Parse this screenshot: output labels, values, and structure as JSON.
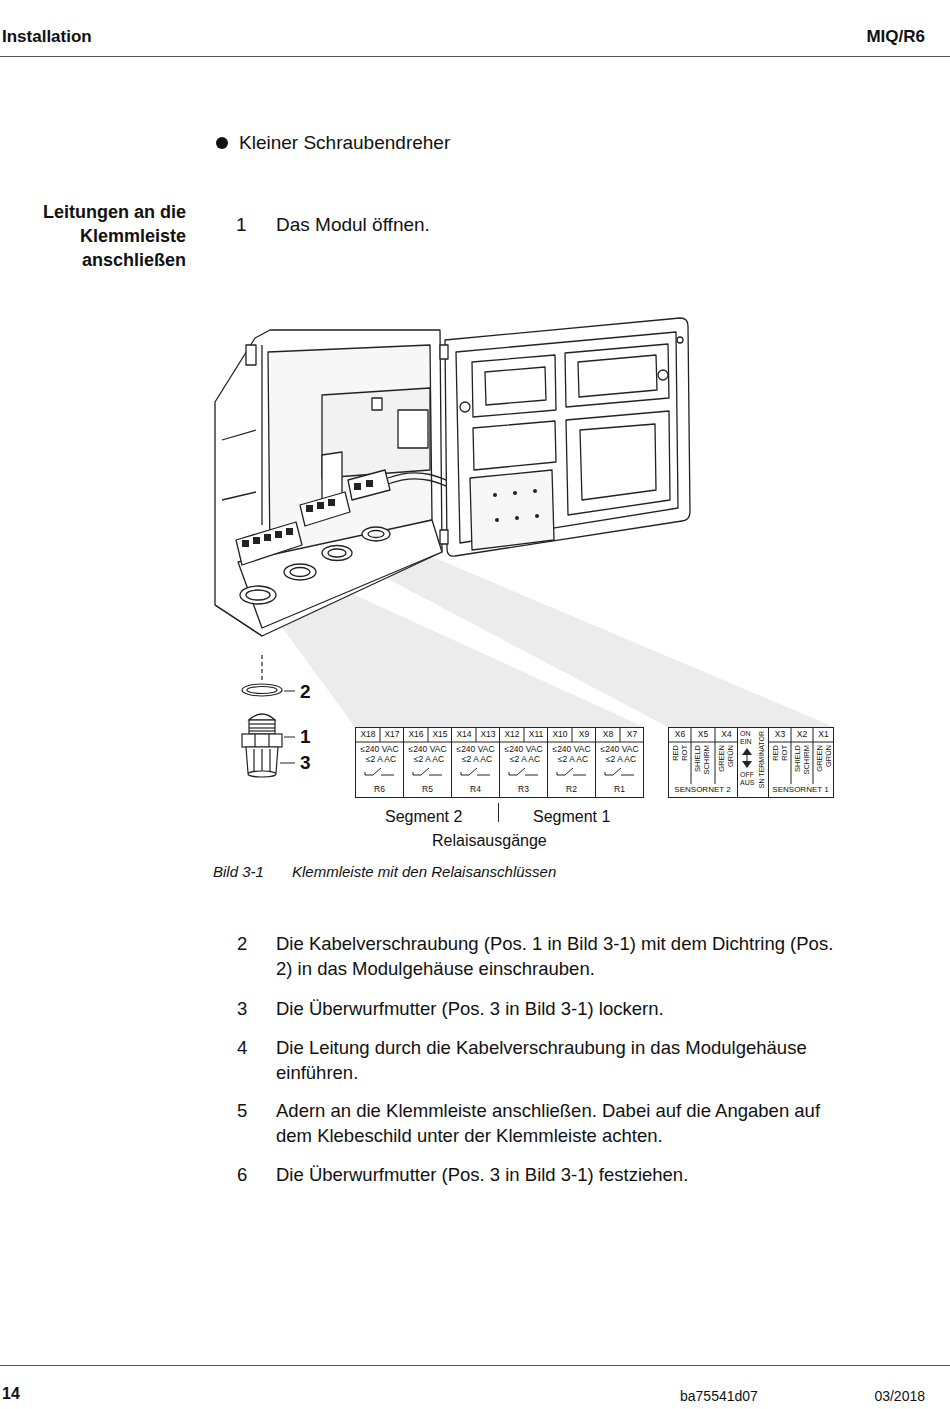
{
  "diagram": {
    "caption": "Klemmleiste mit den Relaisanschlüssen",
    "nodes": [
      {
        "text": [
          "X18",
          "X17",
          "≤240 VAC",
          "≤2 A AC",
          "R6"
        ]
      },
      {
        "text": [
          "X16",
          "X15",
          "≤240 VAC",
          "≤2 A AC",
          "R5"
        ]
      },
      {
        "text": [
          "X14",
          "X13",
          "≤240 VAC",
          "≤2 A AC",
          "R4"
        ]
      },
      {
        "text": [
          "X12",
          "X11",
          "≤240 VAC",
          "≤2 A AC",
          "R3"
        ]
      },
      {
        "text": [
          "X10",
          "X9",
          "≤240 VAC",
          "≤2 A AC",
          "R2"
        ]
      },
      {
        "text": [
          "X8",
          "X7",
          "≤240 VAC",
          "≤2 A AC",
          "R1"
        ]
      },
      {
        "text": [
          "X6",
          "X5",
          "X4",
          "RED",
          "ROT",
          "SHIELD",
          "SCHIRM",
          "GREEN",
          "GRÜN",
          "SENSORNET 2"
        ]
      },
      {
        "text": [
          "ON",
          "EIN",
          "OFF",
          "AUS",
          "SN TERMINATOR"
        ]
      },
      {
        "text": [
          "X3",
          "X2",
          "X1",
          "RED",
          "ROT",
          "SHIELD",
          "SCHIRM",
          "GREEN",
          "GRÜN",
          "SENSORNET 1"
        ]
      }
    ],
    "labels": [
      "Installation",
      "MIQ/R6",
      "Kleiner Schraubendreher",
      "Leitungen an die Klemmleiste anschließen",
      "1",
      "Das Modul öffnen.",
      "2",
      "1",
      "3",
      "Segment 2",
      "Segment 1",
      "Relaisausgänge",
      "Bild 3-1",
      "2",
      "Die Kabelverschraubung (Pos. 1 in Bild 3-1) mit dem Dichtring (Pos. 2) in das Modulgehäuse einschrauben.",
      "3",
      "Die Überwurfmutter (Pos. 3 in Bild 3-1) lockern.",
      "4",
      "Die Leitung durch die Kabelverschraubung in das Modulgehäuse einführen.",
      "5",
      "Adern an die Klemmleiste anschließen. Dabei auf die Angaben auf dem Klebeschild unter der Klemmleiste achten.",
      "6",
      "Die Überwurfmutter (Pos. 3 in Bild 3-1) festziehen.",
      "14",
      "ba75541d07",
      "03/2018"
    ]
  }
}
